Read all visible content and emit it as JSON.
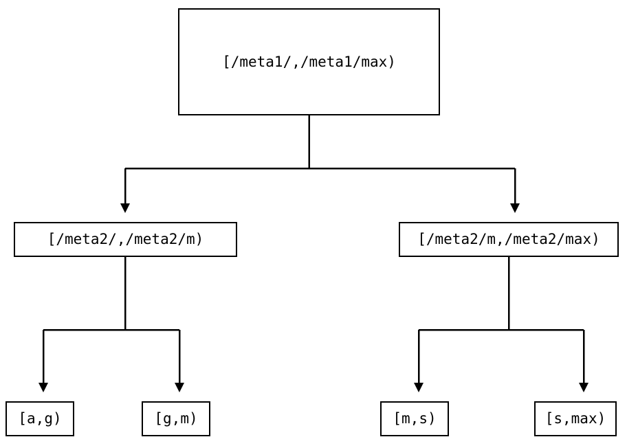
{
  "diagram": {
    "type": "tree",
    "title": "",
    "background_color": "#ffffff",
    "stroke_color": "#000000",
    "nodes": {
      "root": {
        "label": "[/meta1/,/meta1/max)"
      },
      "mid_left": {
        "label": "[/meta2/,/meta2/m)"
      },
      "mid_right": {
        "label": "[/meta2/m,/meta2/max)"
      },
      "leaf_1": {
        "label": "[a,g)"
      },
      "leaf_2": {
        "label": "[g,m)"
      },
      "leaf_3": {
        "label": "[m,s)"
      },
      "leaf_4": {
        "label": "[s,max)"
      }
    },
    "edges": [
      {
        "from": "root",
        "to": "mid_left",
        "arrow": "triangle-down"
      },
      {
        "from": "root",
        "to": "mid_right",
        "arrow": "triangle-down"
      },
      {
        "from": "mid_left",
        "to": "leaf_1",
        "arrow": "triangle-down"
      },
      {
        "from": "mid_left",
        "to": "leaf_2",
        "arrow": "triangle-down"
      },
      {
        "from": "mid_right",
        "to": "leaf_3",
        "arrow": "triangle-down"
      },
      {
        "from": "mid_right",
        "to": "leaf_4",
        "arrow": "triangle-down"
      }
    ]
  }
}
